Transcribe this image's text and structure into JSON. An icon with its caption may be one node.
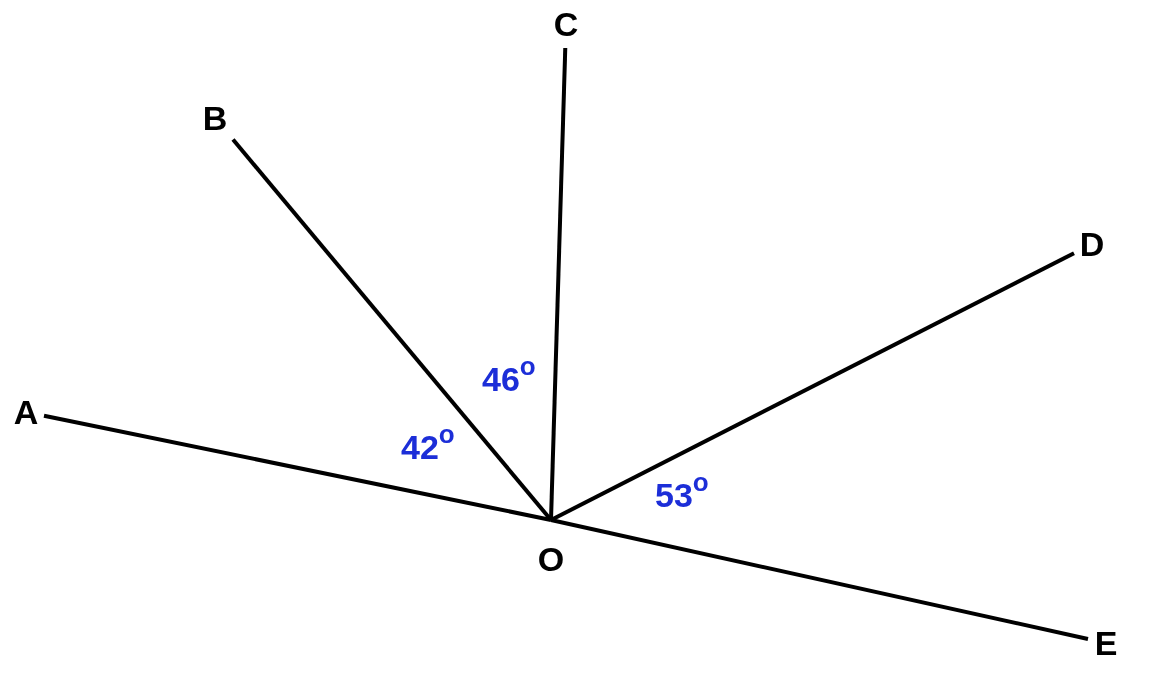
{
  "diagram": {
    "nodes": [
      {
        "text": [
          "A"
        ]
      },
      {
        "text": [
          "B"
        ]
      },
      {
        "text": [
          "C"
        ]
      },
      {
        "text": [
          "D"
        ]
      },
      {
        "text": [
          "E"
        ]
      },
      {
        "text": [
          "O"
        ]
      }
    ],
    "edges": [
      {
        "from": 5,
        "to": 0,
        "arrow": "none"
      },
      {
        "from": 5,
        "to": 1,
        "arrow": "none"
      },
      {
        "from": 5,
        "to": 2,
        "arrow": "none"
      },
      {
        "from": 5,
        "to": 3,
        "arrow": "none"
      },
      {
        "from": 5,
        "to": 4,
        "arrow": "none"
      }
    ],
    "labels": [
      "46$^{o}$",
      "42$^{o}$",
      "53$^{o}$"
    ]
  }
}
